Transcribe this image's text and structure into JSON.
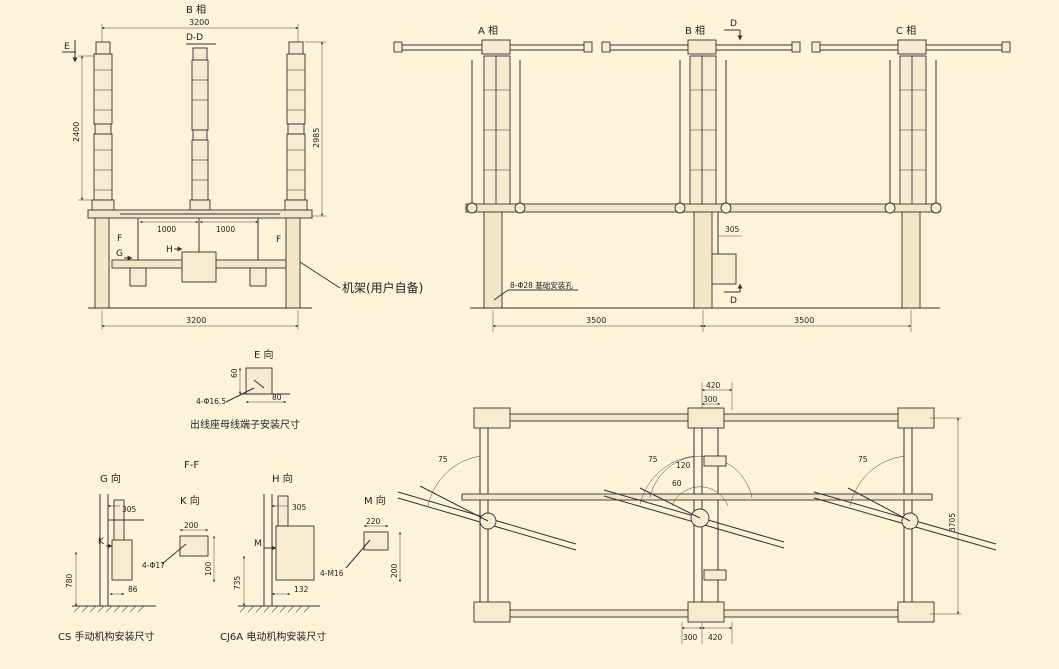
{
  "front_view": {
    "phase_label": "B 相",
    "top_dim": "3200",
    "section_label": "D-D",
    "e_marker": "E",
    "height_dim_left": "2400",
    "height_dim_right": "2985",
    "span_left": "1000",
    "span_right": "1000",
    "marker_f_left": "F",
    "marker_f_right": "F",
    "marker_g": "G",
    "marker_h": "H",
    "bottom_dim": "3200",
    "frame_note": "机架(用户自备)"
  },
  "side_view": {
    "phase_a": "A 相",
    "phase_b": "B 相",
    "phase_c": "C 相",
    "marker_d_top": "D",
    "marker_d_bottom": "D",
    "dim_305": "305",
    "hole_note": "8-Φ28 基础安装孔",
    "span_1": "3500",
    "span_2": "3500"
  },
  "e_view": {
    "title": "E 向",
    "dim_60": "60",
    "dim_80": "80",
    "hole": "4-Φ16.5",
    "caption": "出线座母线端子安装尺寸"
  },
  "ff": {
    "title": "F-F"
  },
  "g_view": {
    "title": "G 向",
    "marker_k": "K",
    "dim_305": "305",
    "dim_780": "780",
    "dim_86": "86",
    "caption": "CS  手动机构安装尺寸"
  },
  "k_view": {
    "title": "K 向",
    "dim_200": "200",
    "dim_100": "100",
    "hole": "4-Φ17"
  },
  "h_view": {
    "title": "H 向",
    "marker_m": "M",
    "dim_305": "305",
    "dim_735": "735",
    "dim_132": "132",
    "caption": "CJ6A  电动机构安装尺寸"
  },
  "m_view": {
    "title": "M 向",
    "dim_220": "220",
    "dim_200": "200",
    "hole": "4-M16"
  },
  "plan_view": {
    "dim_420_top": "420",
    "dim_300_top": "300",
    "angle_left": "75",
    "angle_mid": "75",
    "angle_120": "120",
    "angle_60": "60",
    "angle_right": "75",
    "dim_3705": "3705",
    "dim_300_bottom": "300",
    "dim_420_bottom": "420"
  }
}
